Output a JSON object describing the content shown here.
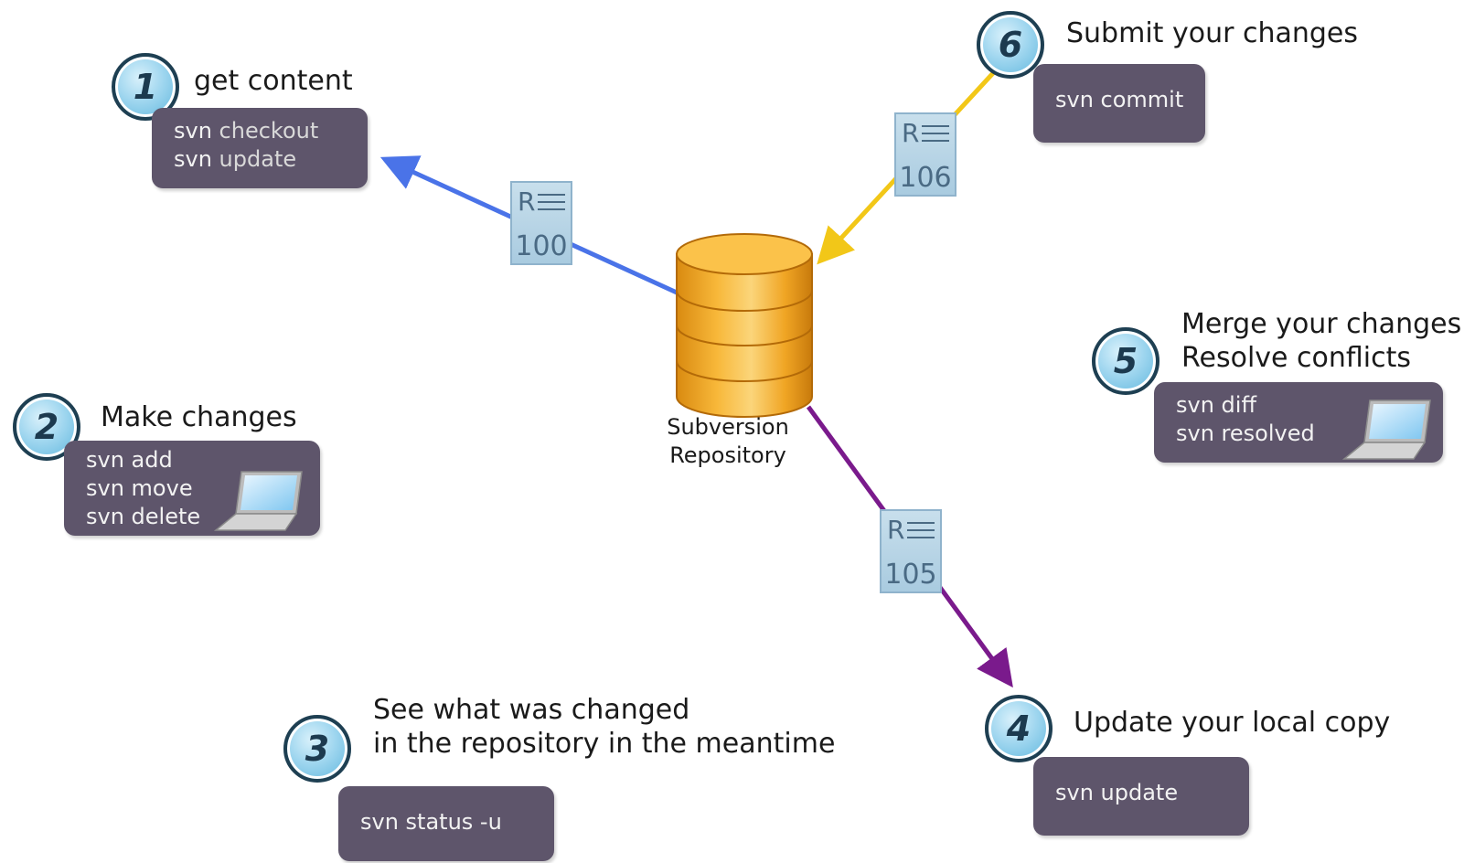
{
  "steps": [
    {
      "number": "1",
      "title_lines": [
        "get content"
      ],
      "commands": [
        [
          "svn",
          " checkout"
        ],
        [
          "svn",
          " update"
        ]
      ]
    },
    {
      "number": "2",
      "title_lines": [
        "Make changes"
      ],
      "commands": [
        [
          "svn add"
        ],
        [
          "svn move"
        ],
        [
          "svn delete"
        ]
      ]
    },
    {
      "number": "3",
      "title_lines": [
        "See what was changed",
        "in the repository in the meantime"
      ],
      "commands": [
        [
          "svn status -u"
        ]
      ]
    },
    {
      "number": "4",
      "title_lines": [
        "Update your local copy"
      ],
      "commands": [
        [
          "svn update"
        ]
      ]
    },
    {
      "number": "5",
      "title_lines": [
        "Merge your changes",
        "Resolve conflicts"
      ],
      "commands": [
        [
          "svn diff"
        ],
        [
          "svn resolved"
        ]
      ]
    },
    {
      "number": "6",
      "title_lines": [
        "Submit your changes"
      ],
      "commands": [
        [
          "svn commit"
        ]
      ]
    }
  ],
  "repository": {
    "label_line1": "Subversion",
    "label_line2": "Repository"
  },
  "revisions": [
    {
      "letter": "R",
      "number": "100"
    },
    {
      "letter": "R",
      "number": "106"
    },
    {
      "letter": "R",
      "number": "105"
    }
  ],
  "colors": {
    "arrow_checkout": "#4a73e8",
    "arrow_commit": "#f2c718",
    "arrow_update": "#7a1a8c",
    "command_box": "#5e556b",
    "step_circle": "#9fd6ef",
    "repository": "#f2a620"
  }
}
